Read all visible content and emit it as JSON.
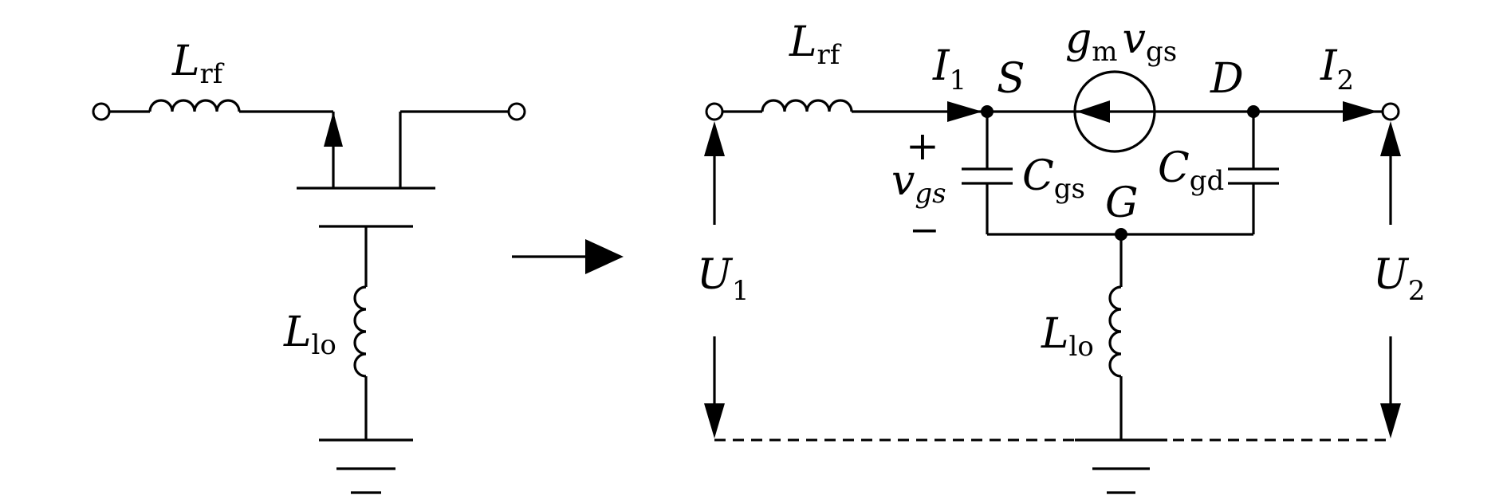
{
  "left_circuit": {
    "inductor_rf": {
      "symbol": "L",
      "subscript": "rf"
    },
    "inductor_lo": {
      "symbol": "L",
      "subscript": "lo"
    }
  },
  "right_circuit": {
    "inductor_rf": {
      "symbol": "L",
      "subscript": "rf"
    },
    "inductor_lo": {
      "symbol": "L",
      "subscript": "lo"
    },
    "current_in": {
      "symbol": "I",
      "subscript": "1"
    },
    "current_out": {
      "symbol": "I",
      "subscript": "2"
    },
    "node_source": "S",
    "node_drain": "D",
    "node_gate": "G",
    "current_source": {
      "g": "g",
      "g_sub": "m",
      "v": "v",
      "v_sub": "gs"
    },
    "cap_gs": {
      "symbol": "C",
      "subscript": "gs"
    },
    "cap_gd": {
      "symbol": "C",
      "subscript": "gd"
    },
    "vgs_label": {
      "plus": "+",
      "symbol": "v",
      "subscript": "gs",
      "minus": "−"
    },
    "voltage_in": {
      "symbol": "U",
      "subscript": "1"
    },
    "voltage_out": {
      "symbol": "U",
      "subscript": "2"
    }
  }
}
